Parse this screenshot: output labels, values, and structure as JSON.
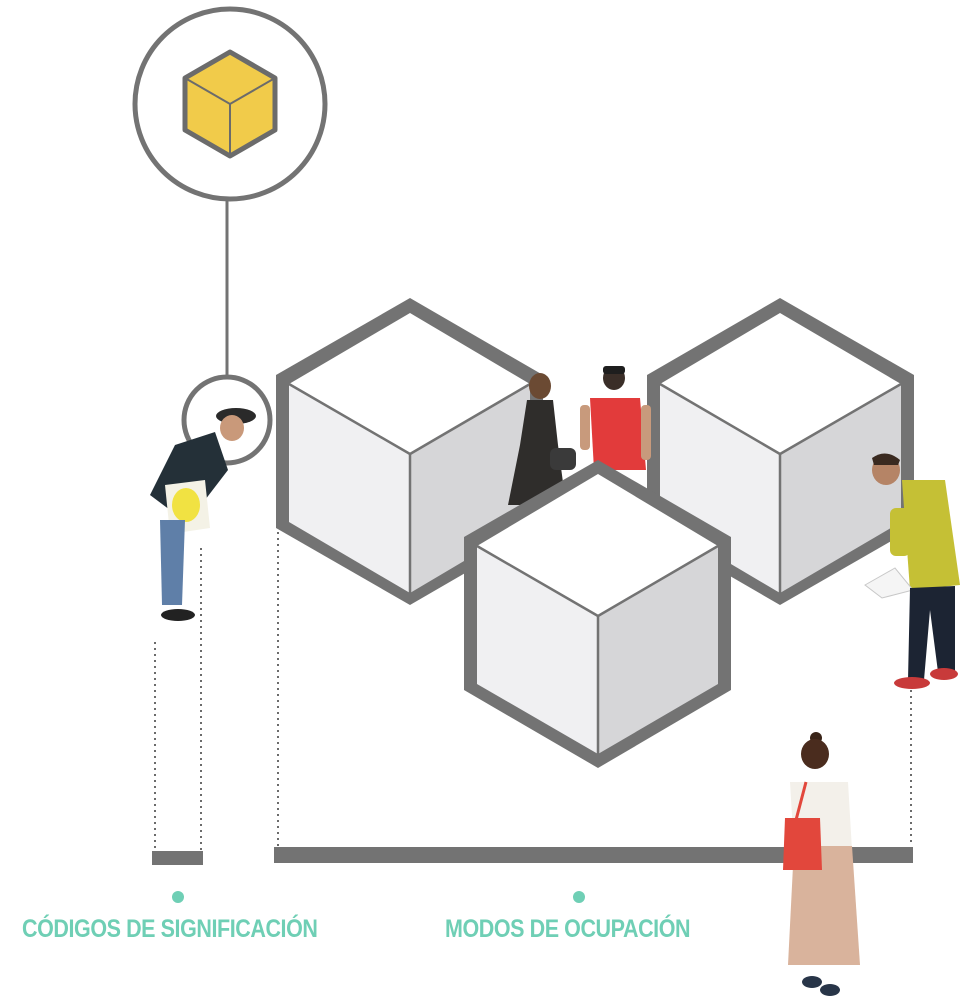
{
  "colors": {
    "accent": "#6fcfb5",
    "stroke": "#737373",
    "cube_top": "#ffffff",
    "cube_left": "#f0f0f2",
    "cube_right": "#d6d6d8",
    "icon_cube": "#f1cb4a"
  },
  "icons": {
    "magnifier": "yellow-cube-icon",
    "focus": "focus-circle-icon",
    "people": [
      "person-bending-with-tote",
      "couple-walking",
      "man-reading-paper",
      "woman-with-red-bag"
    ]
  },
  "labels": {
    "left": "CÓDIGOS DE SIGNIFICACIÓN",
    "right": "MODOS DE OCUPACIÓN"
  }
}
